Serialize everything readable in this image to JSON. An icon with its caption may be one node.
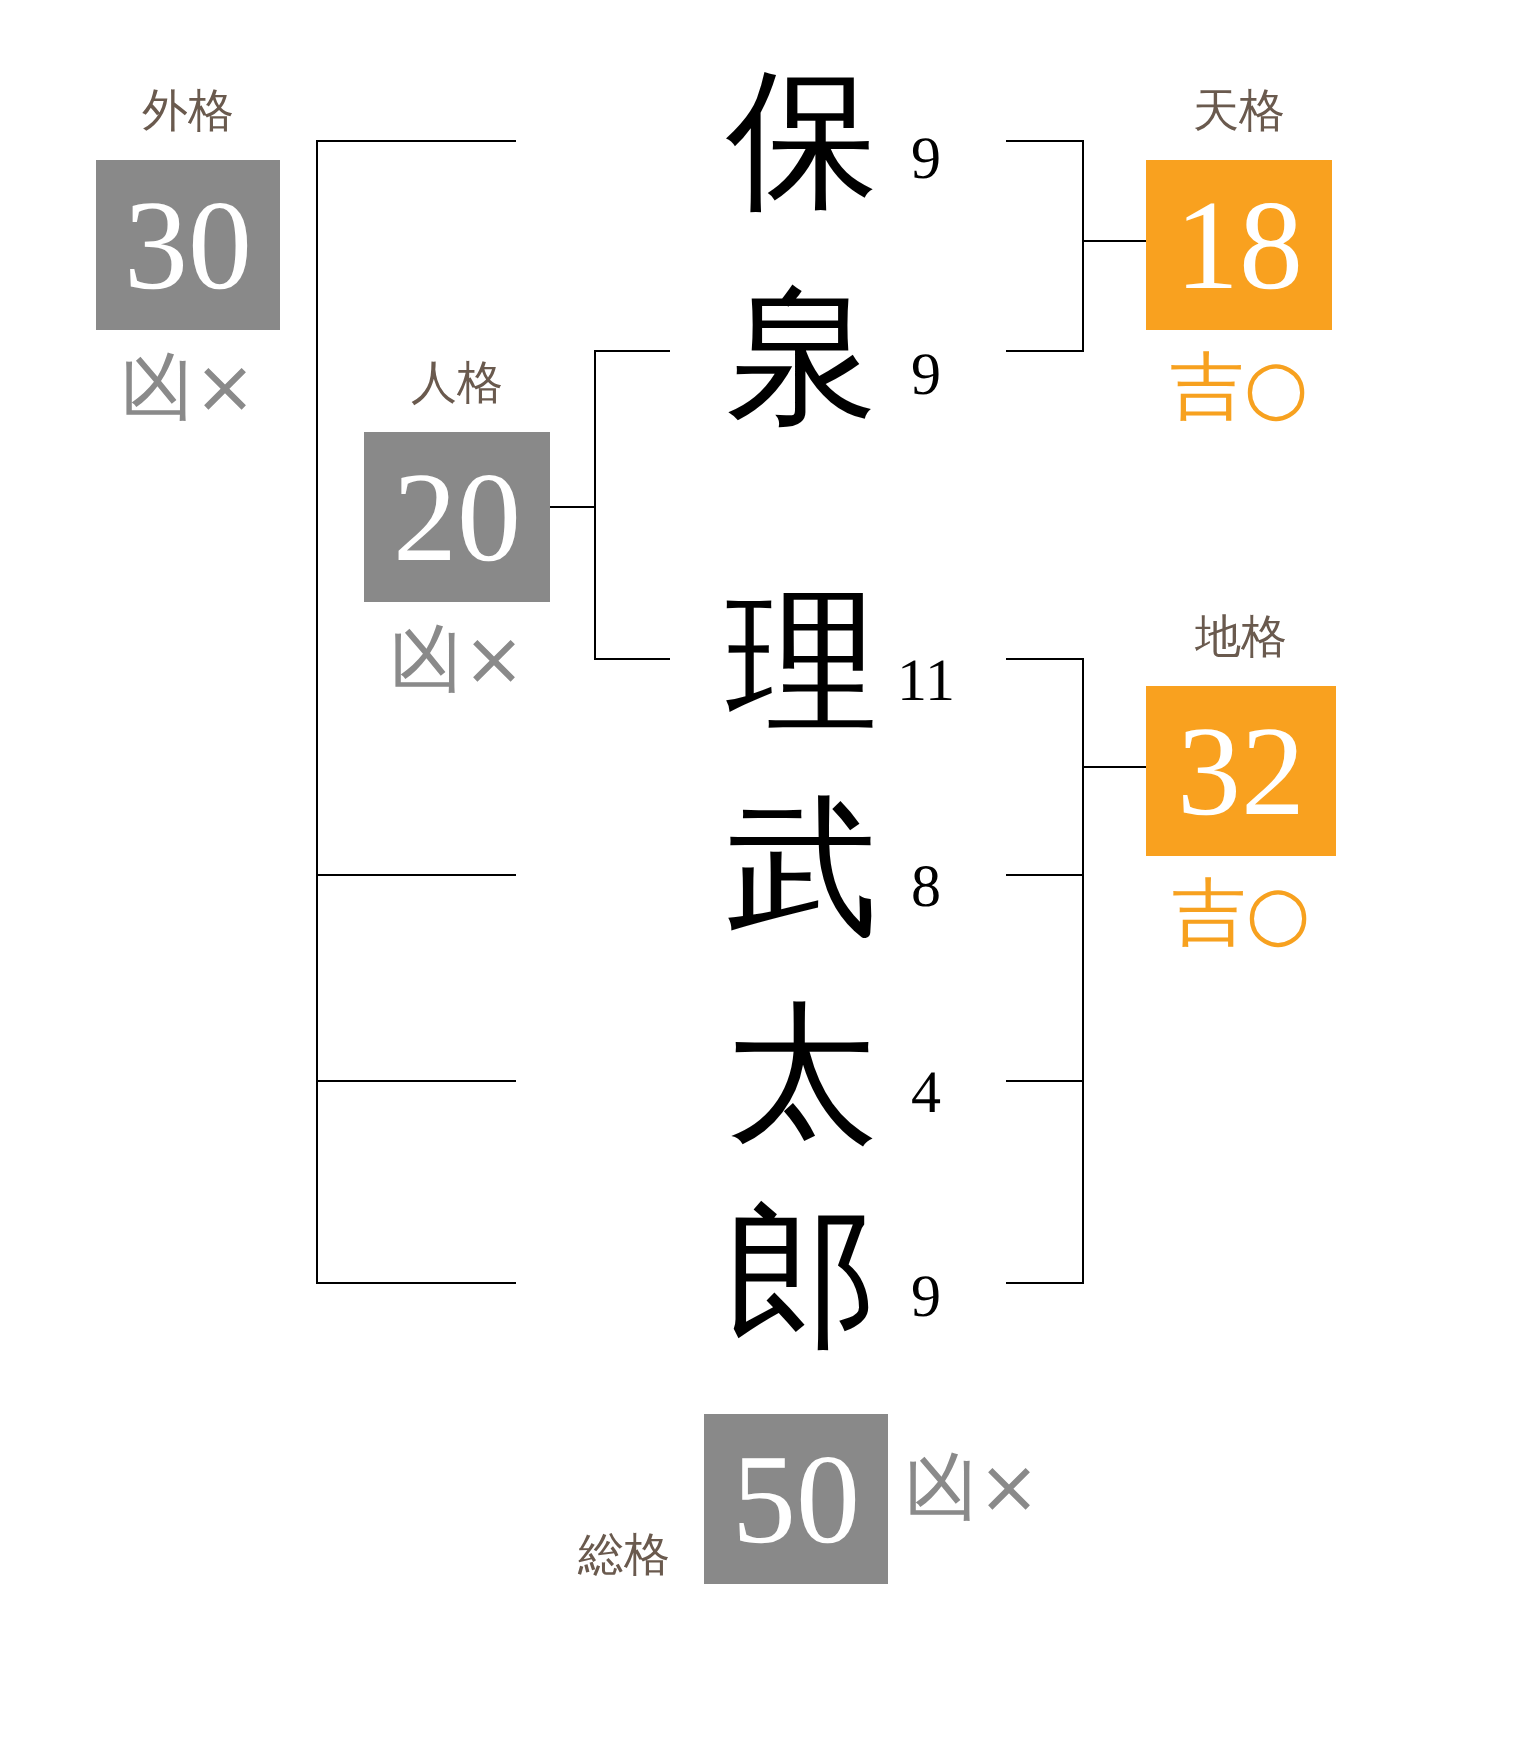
{
  "diagram": {
    "nodes": [
      {
        "text": [
          "外格",
          "30"
        ],
        "beside": [
          "凶×"
        ]
      },
      {
        "text": [
          "保"
        ],
        "beside": [
          "9"
        ]
      },
      {
        "text": [
          "天格",
          "18"
        ],
        "beside": [
          "吉○"
        ]
      },
      {
        "text": [
          "泉"
        ],
        "beside": [
          "9"
        ]
      },
      {
        "text": [
          "人格",
          "20"
        ],
        "beside": [
          "凶×"
        ]
      },
      {
        "text": [
          "理"
        ],
        "beside": [
          "11"
        ]
      },
      {
        "text": [
          "地格",
          "32"
        ],
        "beside": [
          "吉○"
        ]
      },
      {
        "text": [
          "武"
        ],
        "beside": [
          "8"
        ]
      },
      {
        "text": [
          "太"
        ],
        "beside": [
          "4"
        ]
      },
      {
        "text": [
          "郎"
        ],
        "beside": [
          "9"
        ]
      },
      {
        "text": [
          "総格",
          "50"
        ],
        "beside": [
          "凶×"
        ]
      }
    ],
    "edges": [
      {
        "from": 1,
        "to": 2,
        "arrow": "none"
      },
      {
        "from": 3,
        "to": 2,
        "arrow": "none"
      },
      {
        "from": 4,
        "to": 3,
        "arrow": "none"
      },
      {
        "from": 4,
        "to": 5,
        "arrow": "none"
      },
      {
        "from": 5,
        "to": 6,
        "arrow": "none"
      },
      {
        "from": 7,
        "to": 6,
        "arrow": "none"
      },
      {
        "from": 8,
        "to": 6,
        "arrow": "none"
      },
      {
        "from": 9,
        "to": 6,
        "arrow": "none"
      }
    ]
  }
}
